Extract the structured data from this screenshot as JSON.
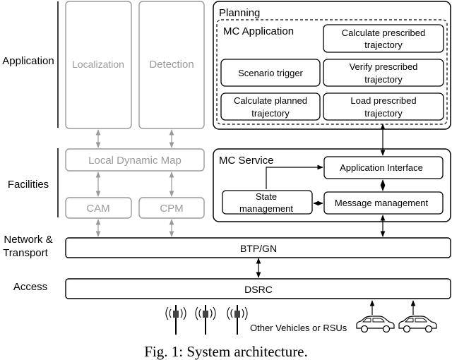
{
  "layers": {
    "application": "Application",
    "facilities": "Facilities",
    "network_line1": "Network &",
    "network_line2": "Transport",
    "access": "Access"
  },
  "modules": {
    "localization": "Localization",
    "detection": "Detection",
    "ldm": "Local Dynamic Map",
    "cam": "CAM",
    "cpm": "CPM"
  },
  "planning": {
    "title": "Planning",
    "mc_application": "MC Application",
    "calc_prescribed_1": "Calculate prescribed",
    "calc_prescribed_2": "trajectory",
    "scenario_trigger": "Scenario trigger",
    "verify_prescribed_1": "Verify prescribed",
    "verify_prescribed_2": "trajectory",
    "calc_planned_1": "Calculate planned",
    "calc_planned_2": "trajectory",
    "load_prescribed_1": "Load prescribed",
    "load_prescribed_2": "trajectory"
  },
  "mc_service": {
    "title": "MC Service",
    "app_interface": "Application Interface",
    "state_mgmt_1": "State",
    "state_mgmt_2": "management",
    "message_mgmt": "Message management"
  },
  "stack": {
    "btp_gn": "BTP/GN",
    "dsrc": "DSRC"
  },
  "other_vehicles": "Other Vehicles or RSUs",
  "caption": "Fig. 1: System architecture."
}
